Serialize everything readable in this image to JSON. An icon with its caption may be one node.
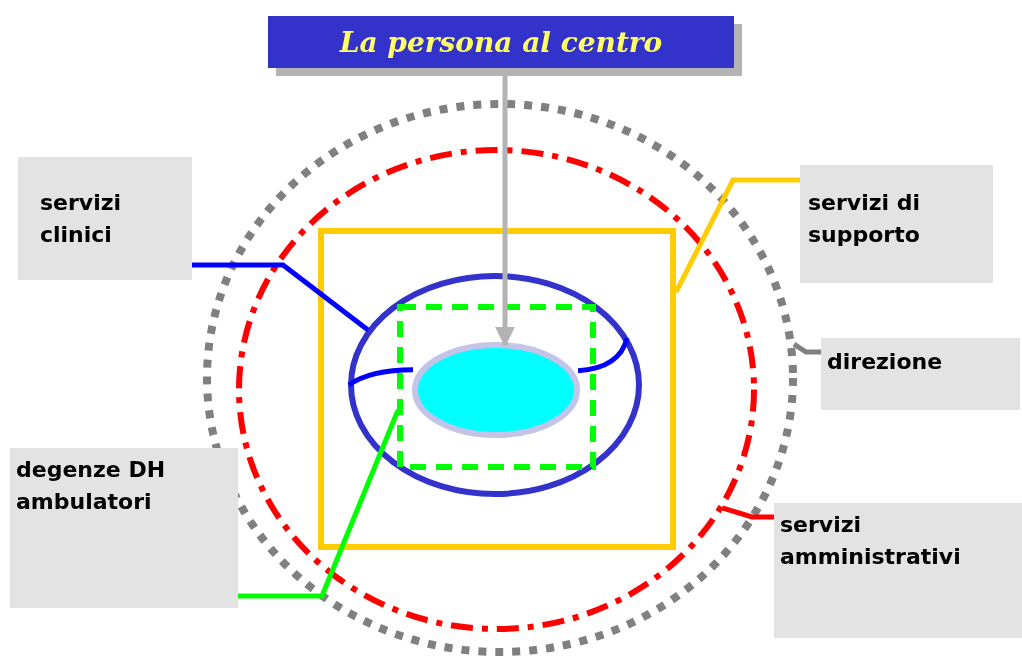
{
  "diagram": {
    "nodes": [
      {
        "text": [
          "La persona al centro"
        ]
      },
      {
        "text": [],
        "shape": "circle"
      },
      {
        "text": [],
        "shape": "circle",
        "in": 1
      },
      {
        "text": [],
        "shape": "box",
        "in": 2
      },
      {
        "text": [],
        "shape": "ellipse",
        "in": 3
      },
      {
        "text": [],
        "shape": "box",
        "in": 4
      },
      {
        "text": [],
        "shape": "ellipse",
        "in": 5
      },
      {
        "text": [
          "servizi clinici"
        ]
      },
      {
        "text": [
          "servizi di supporto"
        ]
      },
      {
        "text": [
          "direzione"
        ]
      },
      {
        "text": [
          "degenze DH ambulatori"
        ]
      },
      {
        "text": [
          "servizi amministrativi"
        ]
      }
    ],
    "edges": [
      {
        "from": 0,
        "to": 6,
        "arrow": "to",
        "color": "#b3b3b3"
      },
      {
        "from": 7,
        "to": 4,
        "arrow": "none",
        "color": "#0000ff"
      },
      {
        "from": 8,
        "to": 3,
        "arrow": "none",
        "color": "#ffcc00"
      },
      {
        "from": 9,
        "to": 1,
        "arrow": "none",
        "color": "#808080"
      },
      {
        "from": 10,
        "to": 5,
        "arrow": "none",
        "color": "#00ff00"
      },
      {
        "from": 11,
        "to": 2,
        "arrow": "none",
        "color": "#ff0000"
      },
      {
        "from": 4,
        "to": 6,
        "arrow": "none",
        "color": "#0000ff"
      },
      {
        "from": 4,
        "to": 6,
        "arrow": "none",
        "color": "#0000ff"
      }
    ]
  }
}
